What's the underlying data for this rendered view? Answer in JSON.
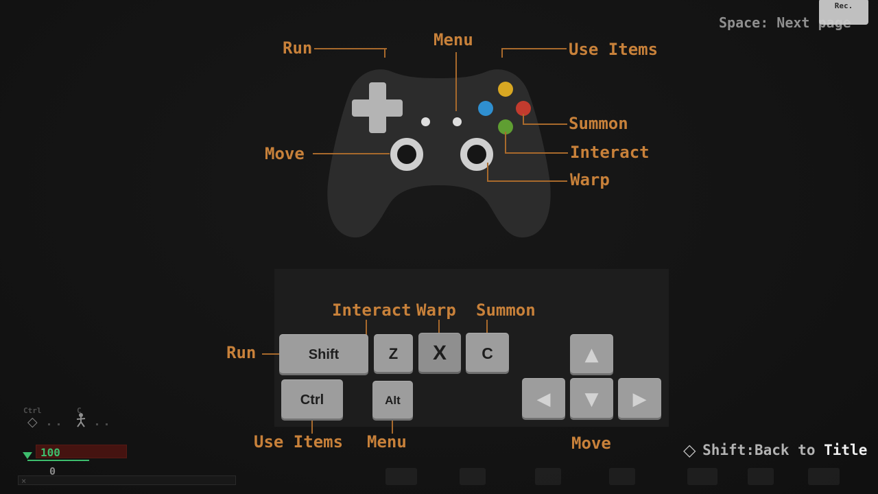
{
  "header": {
    "next_page_hint": "Space: Next page",
    "rec_badge": "Rec."
  },
  "gamepad_section": {
    "labels": {
      "run": "Run",
      "menu": "Menu",
      "use_items": "Use Items",
      "summon": "Summon",
      "interact": "Interact",
      "warp": "Warp",
      "move": "Move"
    },
    "button_colors": {
      "north": "#d8a722",
      "west": "#2f8fd0",
      "east": "#c23b2e",
      "south": "#5f9e32"
    }
  },
  "keyboard_section": {
    "labels": {
      "interact": "Interact",
      "warp": "Warp",
      "summon": "Summon",
      "run": "Run",
      "use_items": "Use Items",
      "menu": "Menu",
      "move": "Move"
    },
    "keys": {
      "shift": "Shift",
      "z": "Z",
      "x": "X",
      "c": "C",
      "ctrl": "Ctrl",
      "alt": "Alt"
    }
  },
  "footer": {
    "back_key": "Shift",
    "back_text": ":Back to ",
    "back_target": "Title"
  },
  "hud": {
    "ctrl_hint": "Ctrl",
    "c_hint": "C",
    "hp": "100",
    "counter": "0"
  },
  "icons": {
    "diamond": "◇",
    "up_arrow": "▲",
    "down_arrow": "▼",
    "left_arrow": "◀",
    "right_arrow": "▶",
    "close": "×"
  },
  "colors": {
    "label_orange": "#c8813a",
    "line_orange": "#a96a2c",
    "background": "#131313",
    "hp_green": "#3dbd6d"
  }
}
